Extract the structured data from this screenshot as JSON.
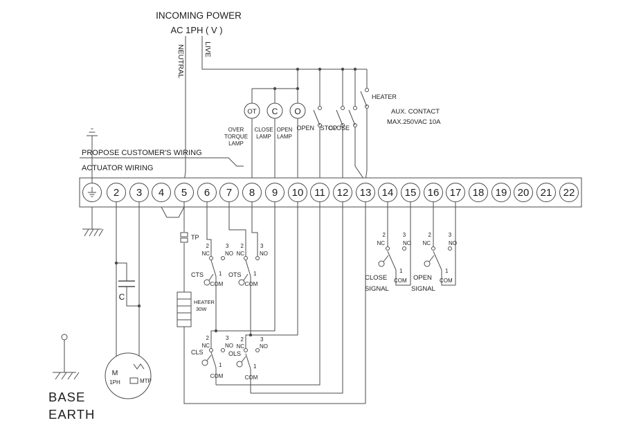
{
  "header": {
    "incoming_power": "INCOMING POWER",
    "ac_line": "AC  1PH ( V )",
    "neutral_label": "NEUTRAL",
    "live_label": "LIVE"
  },
  "lamps": {
    "ot_symbol": "OT",
    "close_symbol": "C",
    "open_symbol": "O",
    "ot_label": [
      "OVER",
      "TORQUE",
      "LAMP"
    ],
    "close_label": [
      "CLOSE",
      "LAMP"
    ],
    "open_label": [
      "OPEN",
      "LAMP"
    ]
  },
  "pushbuttons": {
    "open": "OPEN",
    "stop": "STOP",
    "close": "CLOSE"
  },
  "heater_switch_label": "HEATER",
  "aux_contact": {
    "line1": "AUX. CONTACT",
    "line2": "MAX.250VAC 10A"
  },
  "sections": {
    "customer_wiring": "PROPOSE CUSTOMER'S WIRING",
    "actuator_wiring": "ACTUATOR WIRING"
  },
  "terminals": {
    "numbers": [
      "2",
      "3",
      "4",
      "5",
      "6",
      "7",
      "8",
      "9",
      "10",
      "11",
      "12",
      "13",
      "14",
      "15",
      "16",
      "17",
      "18",
      "19",
      "20",
      "21",
      "22"
    ]
  },
  "contact_labels": {
    "n1": "1",
    "n2": "2",
    "n3": "3",
    "nc": "NC",
    "no": "NO",
    "com": "COM"
  },
  "switches": {
    "tp": "TP",
    "cts": "CTS",
    "ots": "OTS",
    "cls": "CLS",
    "ols": "OLS"
  },
  "heater_box": {
    "line1": "HEATER",
    "line2": "30W"
  },
  "motor": {
    "m": "M",
    "phase": "1PH",
    "mtp": "MTP",
    "capacitor": "C"
  },
  "signals": {
    "close": [
      "CLOSE",
      "SIGNAL"
    ],
    "open": [
      "OPEN",
      "SIGNAL"
    ]
  },
  "base_earth": [
    "BASE",
    "EARTH"
  ]
}
